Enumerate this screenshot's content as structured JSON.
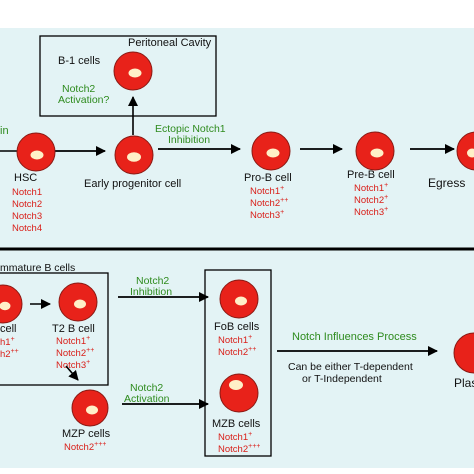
{
  "colors": {
    "background": "#e3f3f5",
    "cell_fill": "#e8221a",
    "nucleus_fill": "#fff0c8",
    "notch_text": "#d91e18",
    "signal_text": "#2e8b1e",
    "label_text": "#111111"
  },
  "top": {
    "peritoneal_title": "Peritoneal Cavity",
    "b1_label": "B-1 cells",
    "b1_signal": [
      "Notch2",
      "Activation?"
    ],
    "left_fragment": "in",
    "ectopic_signal": [
      "Ectopic Notch1",
      "Inhibition"
    ],
    "hsc_label": "HSC",
    "hsc_notch": [
      "Notch1",
      "Notch2",
      "Notch3",
      "Notch4"
    ],
    "early_label": "Early progenitor cell",
    "prob_label": "Pro-B cell",
    "prob_notch": [
      "Notch1",
      "Notch2",
      "Notch3"
    ],
    "prob_sup": [
      "+",
      "++",
      "+"
    ],
    "preb_label": "Pre-B cell",
    "preb_notch": [
      "Notch1",
      "Notch2",
      "Notch3"
    ],
    "preb_sup": [
      "+",
      "+",
      "+"
    ],
    "egress_label": "Egress"
  },
  "bottom": {
    "immature_title": "mmature B cells",
    "cell_fragment": "cell",
    "cell_fragment_notch": [
      [
        "h1",
        "+"
      ],
      [
        "h2",
        "++"
      ]
    ],
    "t2_label": "T2 B cell",
    "t2_notch": [
      "Notch1",
      "Notch2",
      "Notch3"
    ],
    "t2_sup": [
      "+",
      "++",
      "+"
    ],
    "notch2_inhibition": [
      "Notch2",
      "Inhibition"
    ],
    "notch2_activation": [
      "Notch2",
      "Activation"
    ],
    "fob_label": "FoB cells",
    "fob_notch": [
      "Notch1",
      "Notch2"
    ],
    "fob_sup": [
      "+",
      "++"
    ],
    "mzb_label": "MZB cells",
    "mzb_notch": [
      "Notch1",
      "Notch2"
    ],
    "mzb_sup": [
      "+",
      "+++"
    ],
    "mzp_label": "MZP cells",
    "mzp_notch": "Notch2",
    "mzp_sup": "+++",
    "influences_title": "Notch Influences Process",
    "influences_body": [
      "Can be either T-dependent",
      "or T-Independent"
    ],
    "plasma_fragment": "Plas"
  }
}
